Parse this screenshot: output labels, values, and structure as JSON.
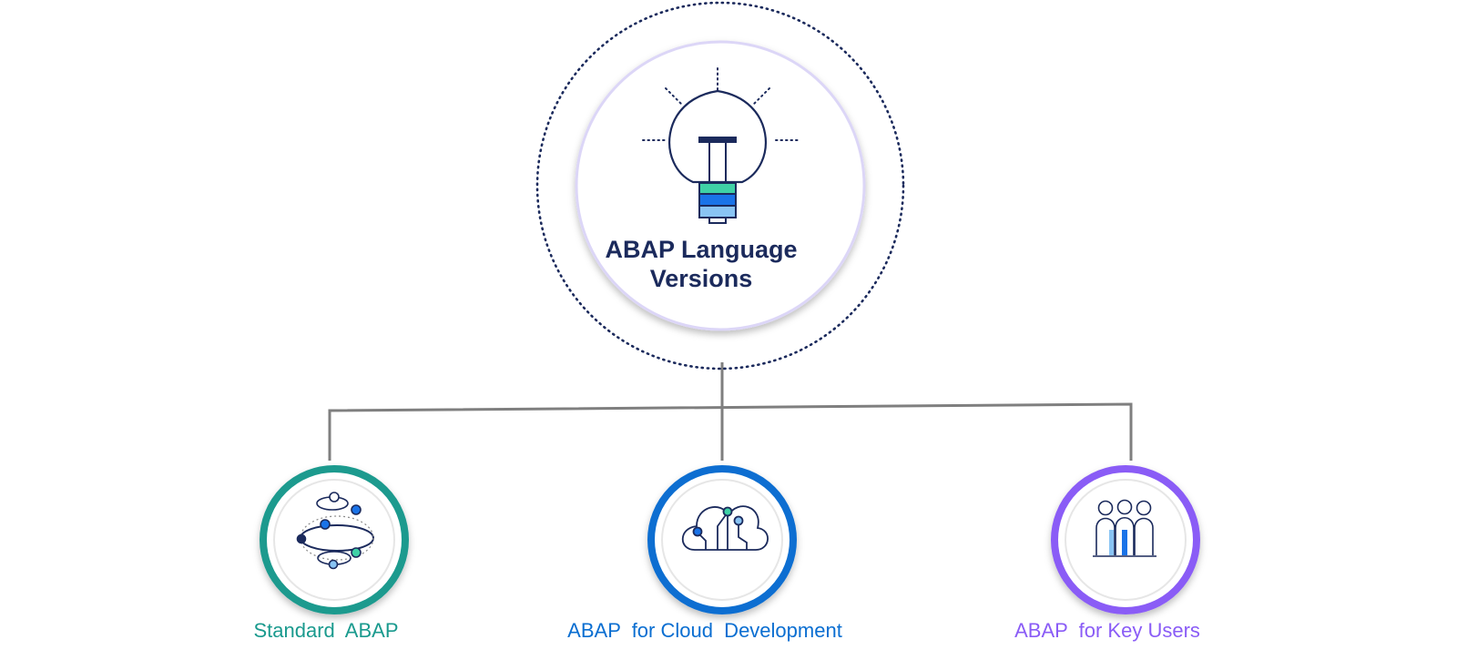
{
  "root": {
    "title_line1": "ABAP Language",
    "title_line2": "Versions",
    "icon": "lightbulb-icon"
  },
  "children": [
    {
      "label": "Standard  ABAP",
      "icon": "orbit-planets-icon",
      "color": "#1a9a8e"
    },
    {
      "label": "ABAP  for Cloud  Development",
      "icon": "cloud-circuit-icon",
      "color": "#0a6ed1"
    },
    {
      "label": "ABAP  for Key Users",
      "icon": "users-group-icon",
      "color": "#8a5cf6"
    }
  ],
  "colors": {
    "root_border": "#1b2a5c",
    "root_text": "#1b2a5c",
    "connector": "#7f7f7f",
    "bulb_green": "#3fd1a6",
    "bulb_blue": "#1a73e8",
    "bulb_lightblue": "#89c4f4"
  }
}
